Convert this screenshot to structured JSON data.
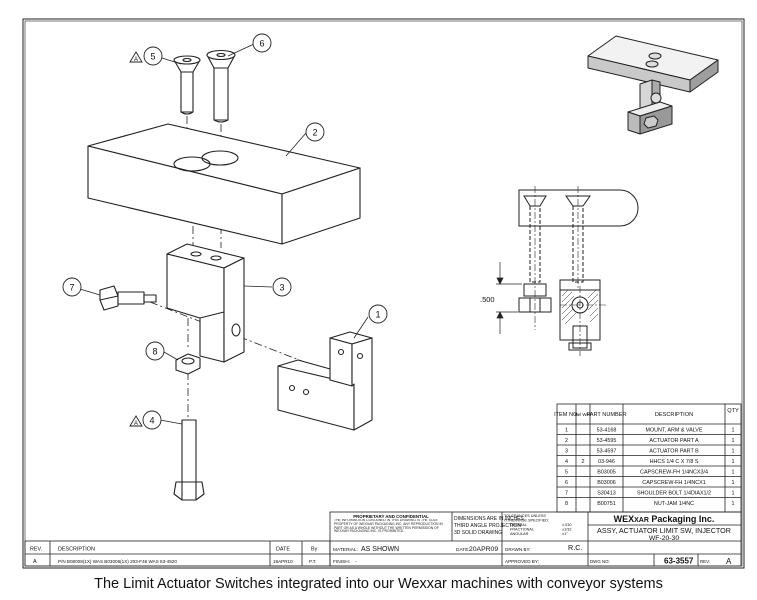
{
  "callouts": {
    "c1": "1",
    "c2": "2",
    "c3": "3",
    "c4": "4",
    "c5": "5",
    "c6": "6",
    "c7": "7",
    "c8": "8",
    "note_flag_a": "A",
    "note_flag_b": "A"
  },
  "dimension": ".500",
  "bom": {
    "headers": {
      "item": "ITEM NO.",
      "qty_short": "Bel Wex",
      "part": "PART NUMBER",
      "desc": "DESCRIPTION",
      "qty": "QTY"
    },
    "rows": [
      {
        "item": "1",
        "bel": "",
        "part": "53-4168",
        "desc": "MOUNT, ARM & VALVE",
        "qty": "1"
      },
      {
        "item": "2",
        "bel": "",
        "part": "53-4595",
        "desc": "ACTUATOR PART A",
        "qty": "1"
      },
      {
        "item": "3",
        "bel": "",
        "part": "53-4597",
        "desc": "ACTUATOR PART B",
        "qty": "1"
      },
      {
        "item": "4",
        "bel": "2",
        "part": "03-946",
        "desc": "HHCS 1/4 C X 7/8 S",
        "qty": "1"
      },
      {
        "item": "5",
        "bel": "",
        "part": "B03005",
        "desc": "CAPSCREW-FH 1/4NCX3/4",
        "qty": "1"
      },
      {
        "item": "6",
        "bel": "",
        "part": "B03006",
        "desc": "CAPSCREW-FH 1/4NCX1",
        "qty": "1"
      },
      {
        "item": "7",
        "bel": "",
        "part": "S30413",
        "desc": "SHOULDER BOLT 1/4DIAX1/2",
        "qty": "1"
      },
      {
        "item": "8",
        "bel": "",
        "part": "B00751",
        "desc": "NUT-JAM 1/4NC",
        "qty": "1"
      }
    ]
  },
  "title_block": {
    "proprietary_title": "PROPRIETARY AND CONFIDENTIAL",
    "proprietary_text": "THE INFORMATION CONTAINED IN THIS DRAWING IS THE SOLE PROPERTY OF WEXXAR PACKAGING INC. ANY REPRODUCTION IN PART OR AS A WHOLE WITHOUT THE WRITTEN PERMISSION OF WEXXAR PACKAGING INC. IS PROHIBITED.",
    "dimensions_note_1": "DIMENSIONS ARE IN INCHES",
    "dimensions_note_2": "THIRD ANGLE PROJECTION",
    "dimensions_note_3": "3D SOLID DRAWING",
    "tolerances_1": "TOLERANCES UNLESS",
    "tolerances_2": "OTHERWISE SPECIFIED:",
    "tolerances_3": "DECIMAL",
    "tolerances_4": "FRACTIONAL",
    "tolerances_5": "ANGULAR",
    "tol_val_1": "±.030",
    "tol_val_2": "±1/32",
    "tol_val_3": "±1°",
    "company_1": "WEX",
    "company_2": "XAR",
    "company_3": " Packaging Inc.",
    "title_line_1": "ASSY, ACTUATOR LIMIT SW, INJECTOR",
    "title_line_2": "WF-20-30",
    "material_label": "MATERIAL:",
    "material_value": "AS SHOWN",
    "finish_label": "FINISH:",
    "finish_value": "-",
    "date_label": "DATE:",
    "date_value": "20APR09",
    "drawn_by_label": "DRAWN BY:",
    "drawn_by_value": "R.C.",
    "approved_by_label": "APPROVED BY:",
    "dwg_label": "DWG NO:",
    "dwg_value": "63-3557",
    "rev_label": "REV:",
    "rev_value": "A"
  },
  "revision_block": {
    "rev_header": "REV.",
    "desc_header": "DESCRIPTION",
    "date_header": "DATE",
    "by_header": "By",
    "rev_value": "A",
    "desc_value": "P/N B08008(1X) WAS B03006(1X) 203-F46 WAS 53-4520",
    "date_value": "19APR10",
    "by_value": "P.T."
  },
  "caption": "The Limit Actuator Switches integrated into our Wexxar machines with conveyor systems"
}
